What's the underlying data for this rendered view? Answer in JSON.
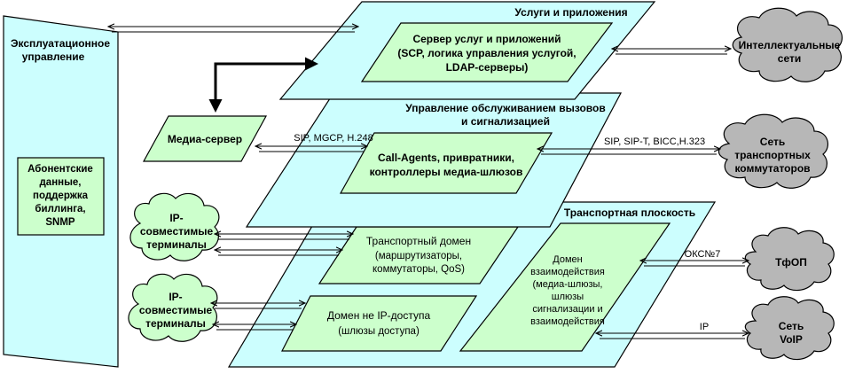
{
  "colors": {
    "plane_fill": "#ccfefe",
    "box_fill": "#ccffcc",
    "cloud_fill": "#b7b7b7",
    "cloud_green_fill": "#ccffcc",
    "stroke": "#000000"
  },
  "left_panel": {
    "title_line1": "Эксплуатационное",
    "title_line2": "управление",
    "box_line1": "Абонентские",
    "box_line2": "данные,",
    "box_line3": "поддержка",
    "box_line4": "биллинга,",
    "box_line5": "SNMP"
  },
  "planes": {
    "services": {
      "title": "Услуги и приложения",
      "box_line1": "Сервер услуг и приложений",
      "box_line2": "(SCP, логика управления услугой,",
      "box_line3": "LDAP-серверы)"
    },
    "call_control": {
      "title_line1": "Управление обслуживанием вызовов",
      "title_line2": "и сигнализацией",
      "box_line1": "Call-Agents, привратники,",
      "box_line2": "контроллеры медиа-шлюзов"
    },
    "transport": {
      "title": "Транспортная плоскость",
      "domain_line1": "Транспортный домен",
      "domain_line2": "(маршрутизаторы,",
      "domain_line3": "коммутаторы, QoS)",
      "non_ip_line1": "Домен не IP-доступа",
      "non_ip_line2": "(шлюзы доступа)",
      "interwork_line1": "Домен",
      "interwork_line2": "взаимодействия",
      "interwork_line3": "(медиа-шлюзы,",
      "interwork_line4": "шлюзы",
      "interwork_line5": "сигнализации и",
      "interwork_line6": "взаимодействия"
    }
  },
  "media_server": {
    "label": "Медиа-сервер"
  },
  "terminals": [
    {
      "line1": "IP-",
      "line2": "совместимые",
      "line3": "терминалы"
    },
    {
      "line1": "IP-",
      "line2": "совместимые",
      "line3": "терминалы"
    }
  ],
  "clouds": {
    "intelligent": {
      "line1": "Интеллектуальные",
      "line2": "сети"
    },
    "transit": {
      "line1": "Сеть",
      "line2": "транспортных",
      "line3": "коммутаторов"
    },
    "pstn": {
      "line1": "ТфОП"
    },
    "voip": {
      "line1": "Сеть",
      "line2": "VoIP"
    }
  },
  "protocols": {
    "media": "SIP, MGCP, H.248",
    "transit": "SIP, SIP-T, BICC,H.323",
    "pstn": "ОКС№7",
    "voip": "IP"
  }
}
